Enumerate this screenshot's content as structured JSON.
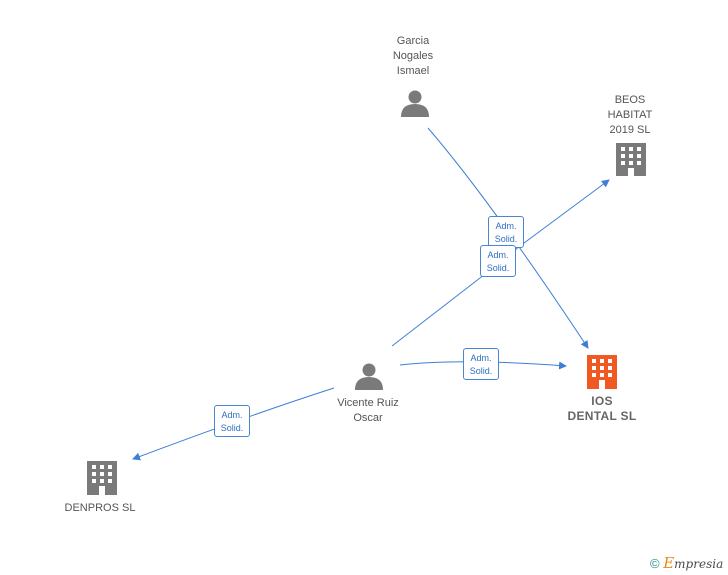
{
  "nodes": {
    "garcia": {
      "label_lines": [
        "Garcia",
        "Nogales",
        "Ismael"
      ],
      "kind": "person"
    },
    "beos": {
      "label_lines": [
        "BEOS",
        "HABITAT",
        "2019  SL"
      ],
      "kind": "company"
    },
    "vicente": {
      "label_lines": [
        "Vicente Ruiz",
        "Oscar"
      ],
      "kind": "person"
    },
    "ios": {
      "label_lines": [
        "IOS",
        "DENTAL  SL"
      ],
      "kind": "company-focus"
    },
    "denpros": {
      "label_lines": [
        "DENPROS SL"
      ],
      "kind": "company"
    }
  },
  "edge_labels": {
    "garcia_ios": [
      "Adm.",
      "Solid."
    ],
    "vicente_beos": [
      "Adm.",
      "Solid."
    ],
    "vicente_ios": [
      "Adm.",
      "Solid."
    ],
    "vicente_denpros": [
      "Adm.",
      "Solid."
    ]
  },
  "colors": {
    "edge": "#3d7fd4",
    "person": "#7a7a7a",
    "company": "#7a7a7a",
    "focus": "#f05a22"
  },
  "footer": {
    "copyright": "©",
    "brand_initial": "E",
    "brand_rest": "mpresia"
  }
}
